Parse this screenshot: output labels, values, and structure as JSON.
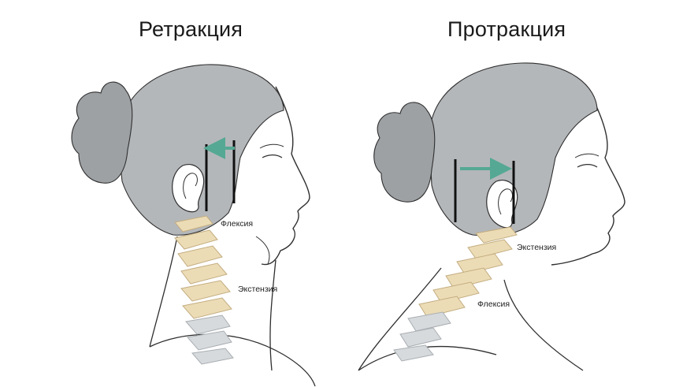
{
  "panels": [
    {
      "title": "Ретракция",
      "labels": {
        "flexion": "Флексия",
        "extension": "Экстензия"
      }
    },
    {
      "title": "Протракция",
      "labels": {
        "extension": "Экстензия",
        "flexion": "Флексия"
      }
    }
  ],
  "colors": {
    "hair": "#b4b7ba",
    "hair_shadow": "#9da1a4",
    "outline": "#2f2f2f",
    "bone": "#ecdcb6",
    "bone_edge": "#c3ad80",
    "bone_lower": "#d6dadd",
    "arrow": "#55a894",
    "guide_line": "#111111"
  }
}
